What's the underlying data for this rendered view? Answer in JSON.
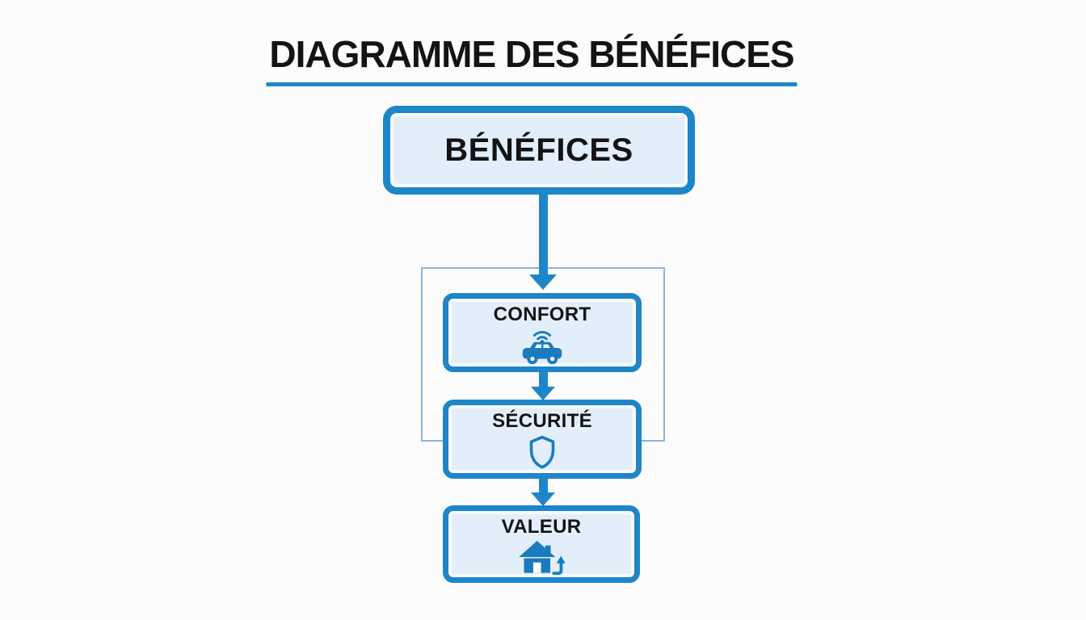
{
  "title": {
    "text": "DIAGRAMME DES BÉNÉFICES"
  },
  "colors": {
    "accent": "#1e86c8",
    "icon": "#1a7cbf",
    "box-fill": "#e2effa",
    "container-border": "#8ab6dd",
    "text": "#141414",
    "bg": "#fcfcfc"
  },
  "nodes": {
    "root": {
      "label": "BÉNÉFICES"
    },
    "children": [
      {
        "id": "confort",
        "label": "CONFORT",
        "icon": "connected-car-icon"
      },
      {
        "id": "securite",
        "label": "SÉCURITÉ",
        "icon": "shield-icon"
      },
      {
        "id": "valeur",
        "label": "VALEUR",
        "icon": "house-value-up-icon"
      }
    ]
  }
}
